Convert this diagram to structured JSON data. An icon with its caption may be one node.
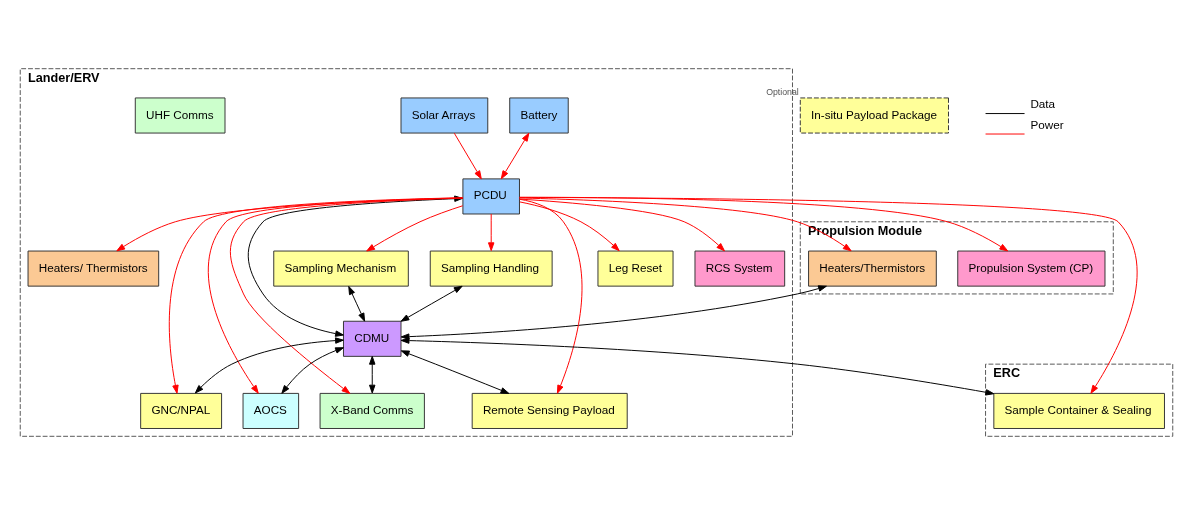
{
  "diagram": {
    "nodes": [
      {
        "text": [
          "Propulsion Module"
        ]
      },
      {
        "text": [
          "Propulsion System (CP)"
        ],
        "in": 0
      },
      {
        "text": [
          "Heaters/Thermistors"
        ],
        "in": 0
      },
      {
        "text": [
          "Lander/ERV"
        ]
      },
      {
        "text": [
          "Solar Arrays"
        ],
        "in": 3
      },
      {
        "text": [
          "Battery"
        ],
        "in": 3
      },
      {
        "text": [
          "PCDU"
        ],
        "in": 3
      },
      {
        "text": [
          "Heaters/ Thermistors"
        ],
        "in": 3
      },
      {
        "text": [
          "Sampling Mechanism"
        ],
        "in": 3
      },
      {
        "text": [
          "Sampling Handling"
        ],
        "in": 3
      },
      {
        "text": [
          "CDMU"
        ],
        "in": 3
      },
      {
        "text": [
          "GNC/NPAL"
        ],
        "in": 3
      },
      {
        "text": [
          "AOCS"
        ],
        "in": 3
      },
      {
        "text": [
          "X-Band Comms"
        ],
        "in": 3
      },
      {
        "text": [
          "Remote Sensing Payload"
        ],
        "in": 3
      },
      {
        "text": [
          "Leg Reset"
        ],
        "in": 3
      },
      {
        "text": [
          "RCS System"
        ],
        "in": 3
      },
      {
        "text": [
          "UHF Comms"
        ],
        "in": 3
      },
      {
        "text": [
          "ERC"
        ]
      },
      {
        "text": [
          "Sample Container & Sealing"
        ],
        "in": 18
      },
      {
        "text": [
          "In-situ Payload Package"
        ],
        "beside": [
          "Optional"
        ]
      }
    ],
    "edges": [
      {
        "from": 4,
        "to": 6,
        "arrow": "to"
      },
      {
        "from": 5,
        "to": 6,
        "arrow": "both"
      },
      {
        "from": 6,
        "to": 7,
        "arrow": "to"
      },
      {
        "from": 6,
        "to": 10,
        "arrow": "both",
        "color": "#000000"
      },
      {
        "from": 6,
        "to": 8,
        "arrow": "to"
      },
      {
        "from": 6,
        "to": 9,
        "arrow": "to"
      },
      {
        "from": 6,
        "to": 19,
        "arrow": "to"
      },
      {
        "from": 8,
        "to": 10,
        "arrow": "both",
        "color": "#000000"
      },
      {
        "from": 9,
        "to": 10,
        "arrow": "both",
        "color": "#000000"
      },
      {
        "from": 2,
        "to": 10,
        "arrow": "both",
        "color": "#000000"
      },
      {
        "from": 10,
        "to": 19,
        "arrow": "both",
        "color": "#000000"
      },
      {
        "from": 6,
        "to": 1,
        "arrow": "to"
      },
      {
        "from": 6,
        "to": 2,
        "arrow": "to"
      },
      {
        "from": 10,
        "to": 11,
        "arrow": "both",
        "color": "#000000"
      },
      {
        "from": 6,
        "to": 11,
        "arrow": "to"
      },
      {
        "from": 6,
        "to": 15,
        "arrow": "to"
      },
      {
        "from": 10,
        "to": 12,
        "arrow": "both",
        "color": "#000000"
      },
      {
        "from": 6,
        "to": 12,
        "arrow": "to"
      },
      {
        "from": 6,
        "to": 16,
        "arrow": "to"
      },
      {
        "from": 10,
        "to": 13,
        "arrow": "both",
        "color": "#000000"
      },
      {
        "from": 6,
        "to": 13,
        "arrow": "to"
      },
      {
        "from": 10,
        "to": 14,
        "arrow": "both",
        "color": "#000000"
      },
      {
        "from": 6,
        "to": 14,
        "arrow": "to"
      }
    ],
    "legend": [
      {
        "text": "Data"
      },
      {
        "text": "Power"
      }
    ]
  }
}
